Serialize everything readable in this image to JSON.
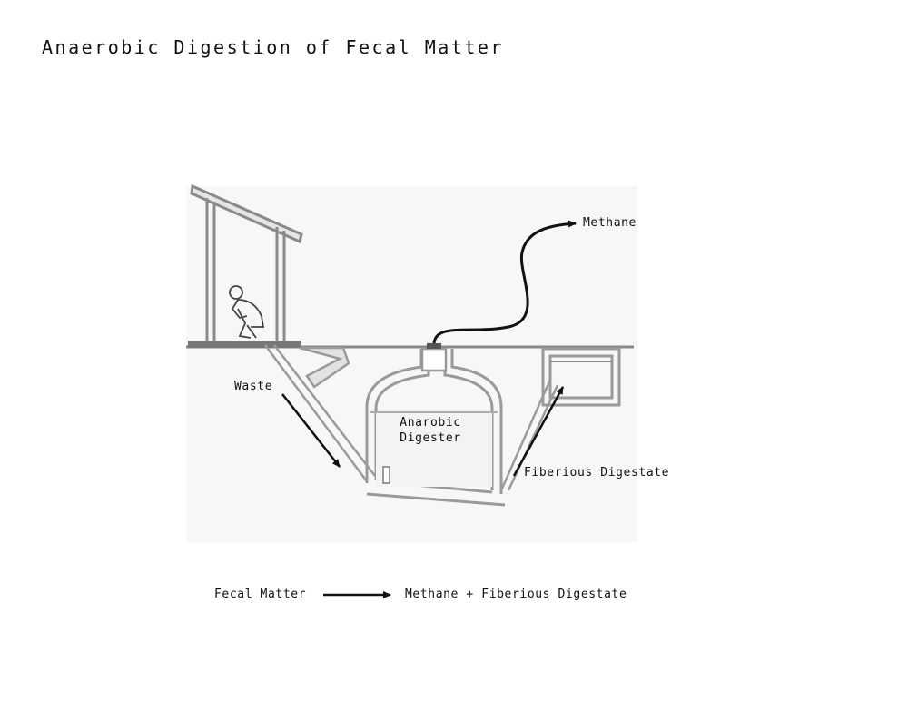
{
  "title": "Anaerobic Digestion of Fecal Matter",
  "labels": {
    "methane": "Methane",
    "waste": "Waste",
    "digester_line1": "Anarobic",
    "digester_line2": "Digester",
    "digestate": "Fiberious Digestate"
  },
  "equation": {
    "input": "Fecal Matter",
    "output": "Methane + Fiberious Digestate"
  }
}
